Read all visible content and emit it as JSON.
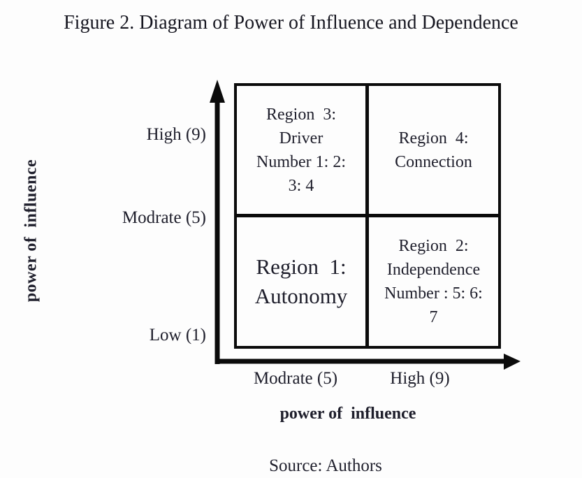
{
  "figure": {
    "title": "Figure 2. Diagram of Power of Influence and Dependence",
    "source": "Source: Authors"
  },
  "matrix": {
    "top_left": {
      "region": "Region 3",
      "lines": [
        "Region  3:",
        "Driver",
        "Number 1: 2:",
        "3: 4"
      ]
    },
    "top_right": {
      "region": "Region 4",
      "lines": [
        "Region  4:",
        "Connection"
      ]
    },
    "bottom_left": {
      "region": "Region 1",
      "lines": [
        "Region  1:",
        "Autonomy"
      ]
    },
    "bottom_right": {
      "region": "Region 2",
      "lines": [
        "Region  2:",
        "Independence",
        "Number : 5: 6:",
        "7"
      ]
    }
  },
  "y_axis": {
    "title": "power of  influence",
    "ticks": [
      {
        "label": "High (9)"
      },
      {
        "label": "Modrate (5)"
      },
      {
        "label": "Low (1)"
      }
    ]
  },
  "x_axis": {
    "title": "power of  influence",
    "ticks": [
      {
        "label": "Modrate (5)"
      },
      {
        "label": "High (9)"
      }
    ]
  },
  "colors": {
    "text": "#1e1e2b",
    "line": "#0b0b0b",
    "background": "#fdfdfd"
  }
}
